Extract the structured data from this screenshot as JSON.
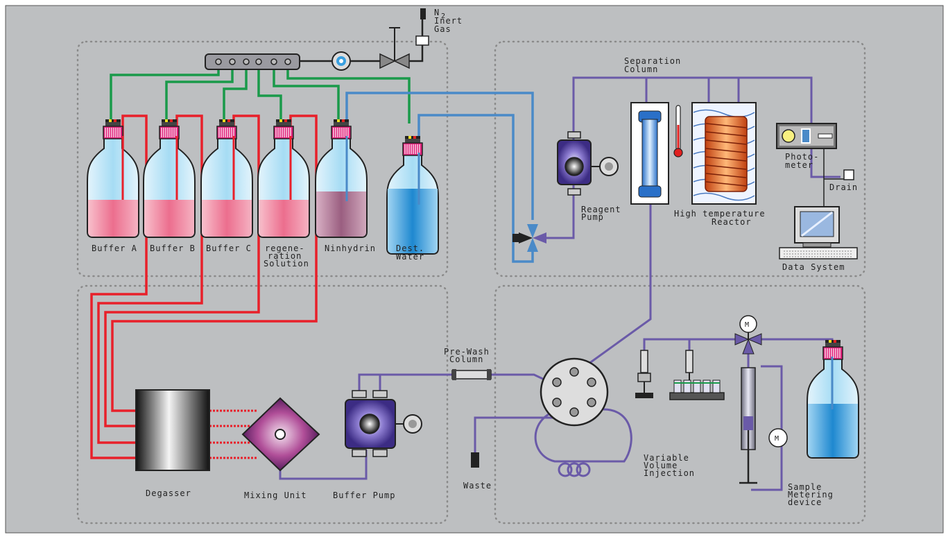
{
  "labels": {
    "gas_n": "N",
    "gas_sub": "2",
    "gas_l1": "Inert",
    "gas_l2": "Gas",
    "sep_l1": "Separation",
    "sep_l2": "Column",
    "buffer_a": "Buffer A",
    "buffer_b": "Buffer B",
    "buffer_c": "Buffer C",
    "regen_l1": "regene-",
    "regen_l2": "ration",
    "regen_l3": "Solution",
    "ninhydrin": "Ninhydrin",
    "water_l1": "Dest.",
    "water_l2": "Water",
    "reagent_l1": "Reagent",
    "reagent_l2": "Pump",
    "reactor_l1": "High temperature",
    "reactor_l2": "Reactor",
    "photo_l1": "Photo-",
    "photo_l2": "meter",
    "drain": "Drain",
    "data_system": "Data System",
    "prewash_l1": "Pre-Wash",
    "prewash_l2": "Column",
    "degasser": "Degasser",
    "mixing_unit": "Mixing Unit",
    "buffer_pump": "Buffer Pump",
    "waste": "Waste",
    "injection_l1": "Variable",
    "injection_l2": "Volume",
    "injection_l3": "Injection",
    "sample_l1": "Sample",
    "sample_l2": "Metering",
    "sample_l3": "device",
    "motor_m": "M"
  },
  "colors": {
    "background": "#bdbfc1",
    "red_line": "#e8202a",
    "green_line": "#1a9a4a",
    "blue_line": "#4a8ac8",
    "purple_line": "#6a5aa8",
    "dotted_border": "#8a8a8a",
    "cap_pink": "#e0207a"
  }
}
